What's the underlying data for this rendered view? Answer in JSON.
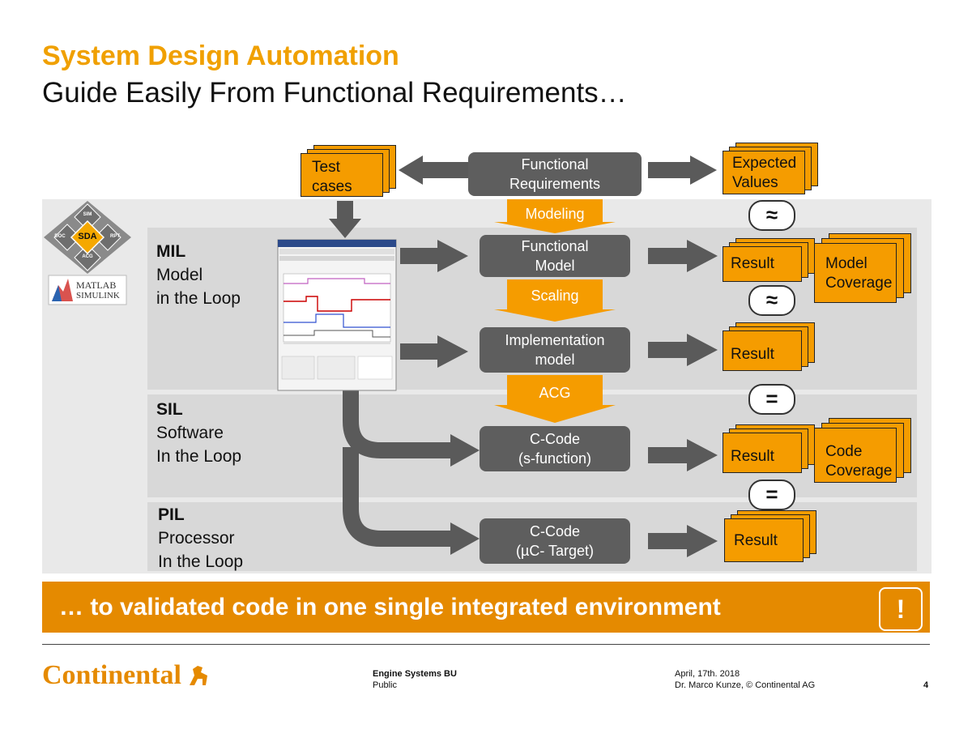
{
  "header": {
    "title": "System Design Automation",
    "subtitle": "Guide Easily From Functional Requirements…"
  },
  "top": {
    "test_cases": [
      "Test",
      "cases"
    ],
    "functional_requirements": [
      "Functional",
      "Requirements"
    ],
    "expected_values": [
      "Expected",
      "Values"
    ]
  },
  "steps": {
    "modeling": "Modeling",
    "scaling": "Scaling",
    "acg": "ACG"
  },
  "logos": {
    "sda": {
      "center": "SDA",
      "top": "SIM",
      "left": "DOC",
      "right": "RPT",
      "bottom": "ACG"
    },
    "matlab": [
      "MATLAB",
      "SIMULINK"
    ]
  },
  "rows": [
    {
      "abbr": "MIL",
      "name": [
        "Model",
        "in the Loop"
      ]
    },
    {
      "abbr": "SIL",
      "name": [
        "Software",
        "In the Loop"
      ]
    },
    {
      "abbr": "PIL",
      "name": [
        "Processor",
        "In the Loop"
      ]
    }
  ],
  "boxes": {
    "functional_model": [
      "Functional",
      "Model"
    ],
    "implementation_model": [
      "Implementation",
      "model"
    ],
    "c_code_sfunction": [
      "C-Code",
      "(s-function)"
    ],
    "c_code_target": [
      "C-Code",
      "(µC- Target)"
    ]
  },
  "results": {
    "result_label": "Result",
    "model_coverage": [
      "Model",
      "Coverage"
    ],
    "code_coverage": [
      "Code",
      "Coverage"
    ]
  },
  "symbols": {
    "approx": "≈",
    "equal": "="
  },
  "banner": {
    "text": "… to validated code in one single integrated environment",
    "mark": "!"
  },
  "footer": {
    "logo": "Continental",
    "unit": "Engine Systems BU",
    "classification": "Public",
    "date": "April, 17th. 2018",
    "author": "Dr. Marco Kunze, © Continental AG",
    "page": "4"
  },
  "colors": {
    "accent": "#f59c00",
    "banner": "#e58a00",
    "box": "#5e5e5e"
  }
}
